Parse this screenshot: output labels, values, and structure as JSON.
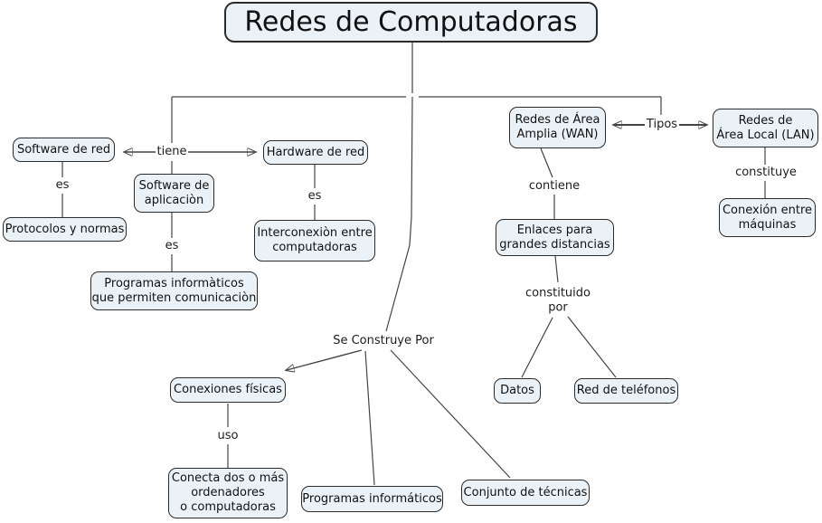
{
  "colors": {
    "background": "#ffffff",
    "node_fill": "#ebf2f7",
    "node_border": "#2b2b2b",
    "connector": "#444444",
    "text": "#111111"
  },
  "map": {
    "title": "Redes de Computadoras",
    "concepts": {
      "software_red": "Software de red",
      "hardware_red": "Hardware de red",
      "software_aplicacion": "Software de\naplicaciòn",
      "protocolos": "Protocolos y normas",
      "interconexion": "Interconexiòn entre\ncomputadoras",
      "programas_comunicacion": "Programas informàticos\nque permiten comunicaciòn",
      "wan": "Redes de Área\nAmplia (WAN)",
      "lan": "Redes de\nÁrea Local (LAN)",
      "enlaces": "Enlaces para\ngrandes distancias",
      "datos": "Datos",
      "red_telefonos": "Red de teléfonos",
      "conexion_maquinas": "Conexión entre\nmáquinas",
      "conexiones_fisicas": "Conexiones físicas",
      "conecta": "Conecta dos o más\nordenadores\no computadoras",
      "programas_informaticos": "Programas informáticos",
      "conjunto_tecnicas": "Conjunto de técnicas"
    },
    "linking_phrases": {
      "tiene": "tiene",
      "es_software": "es",
      "es_aplicacion": "es",
      "es_hardware": "es",
      "tipos": "Tipos",
      "contiene": "contiene",
      "constituye": "constituye",
      "constituido_por": "constituido\npor",
      "se_construye_por": "Se Construye Por",
      "uso": "uso"
    }
  }
}
